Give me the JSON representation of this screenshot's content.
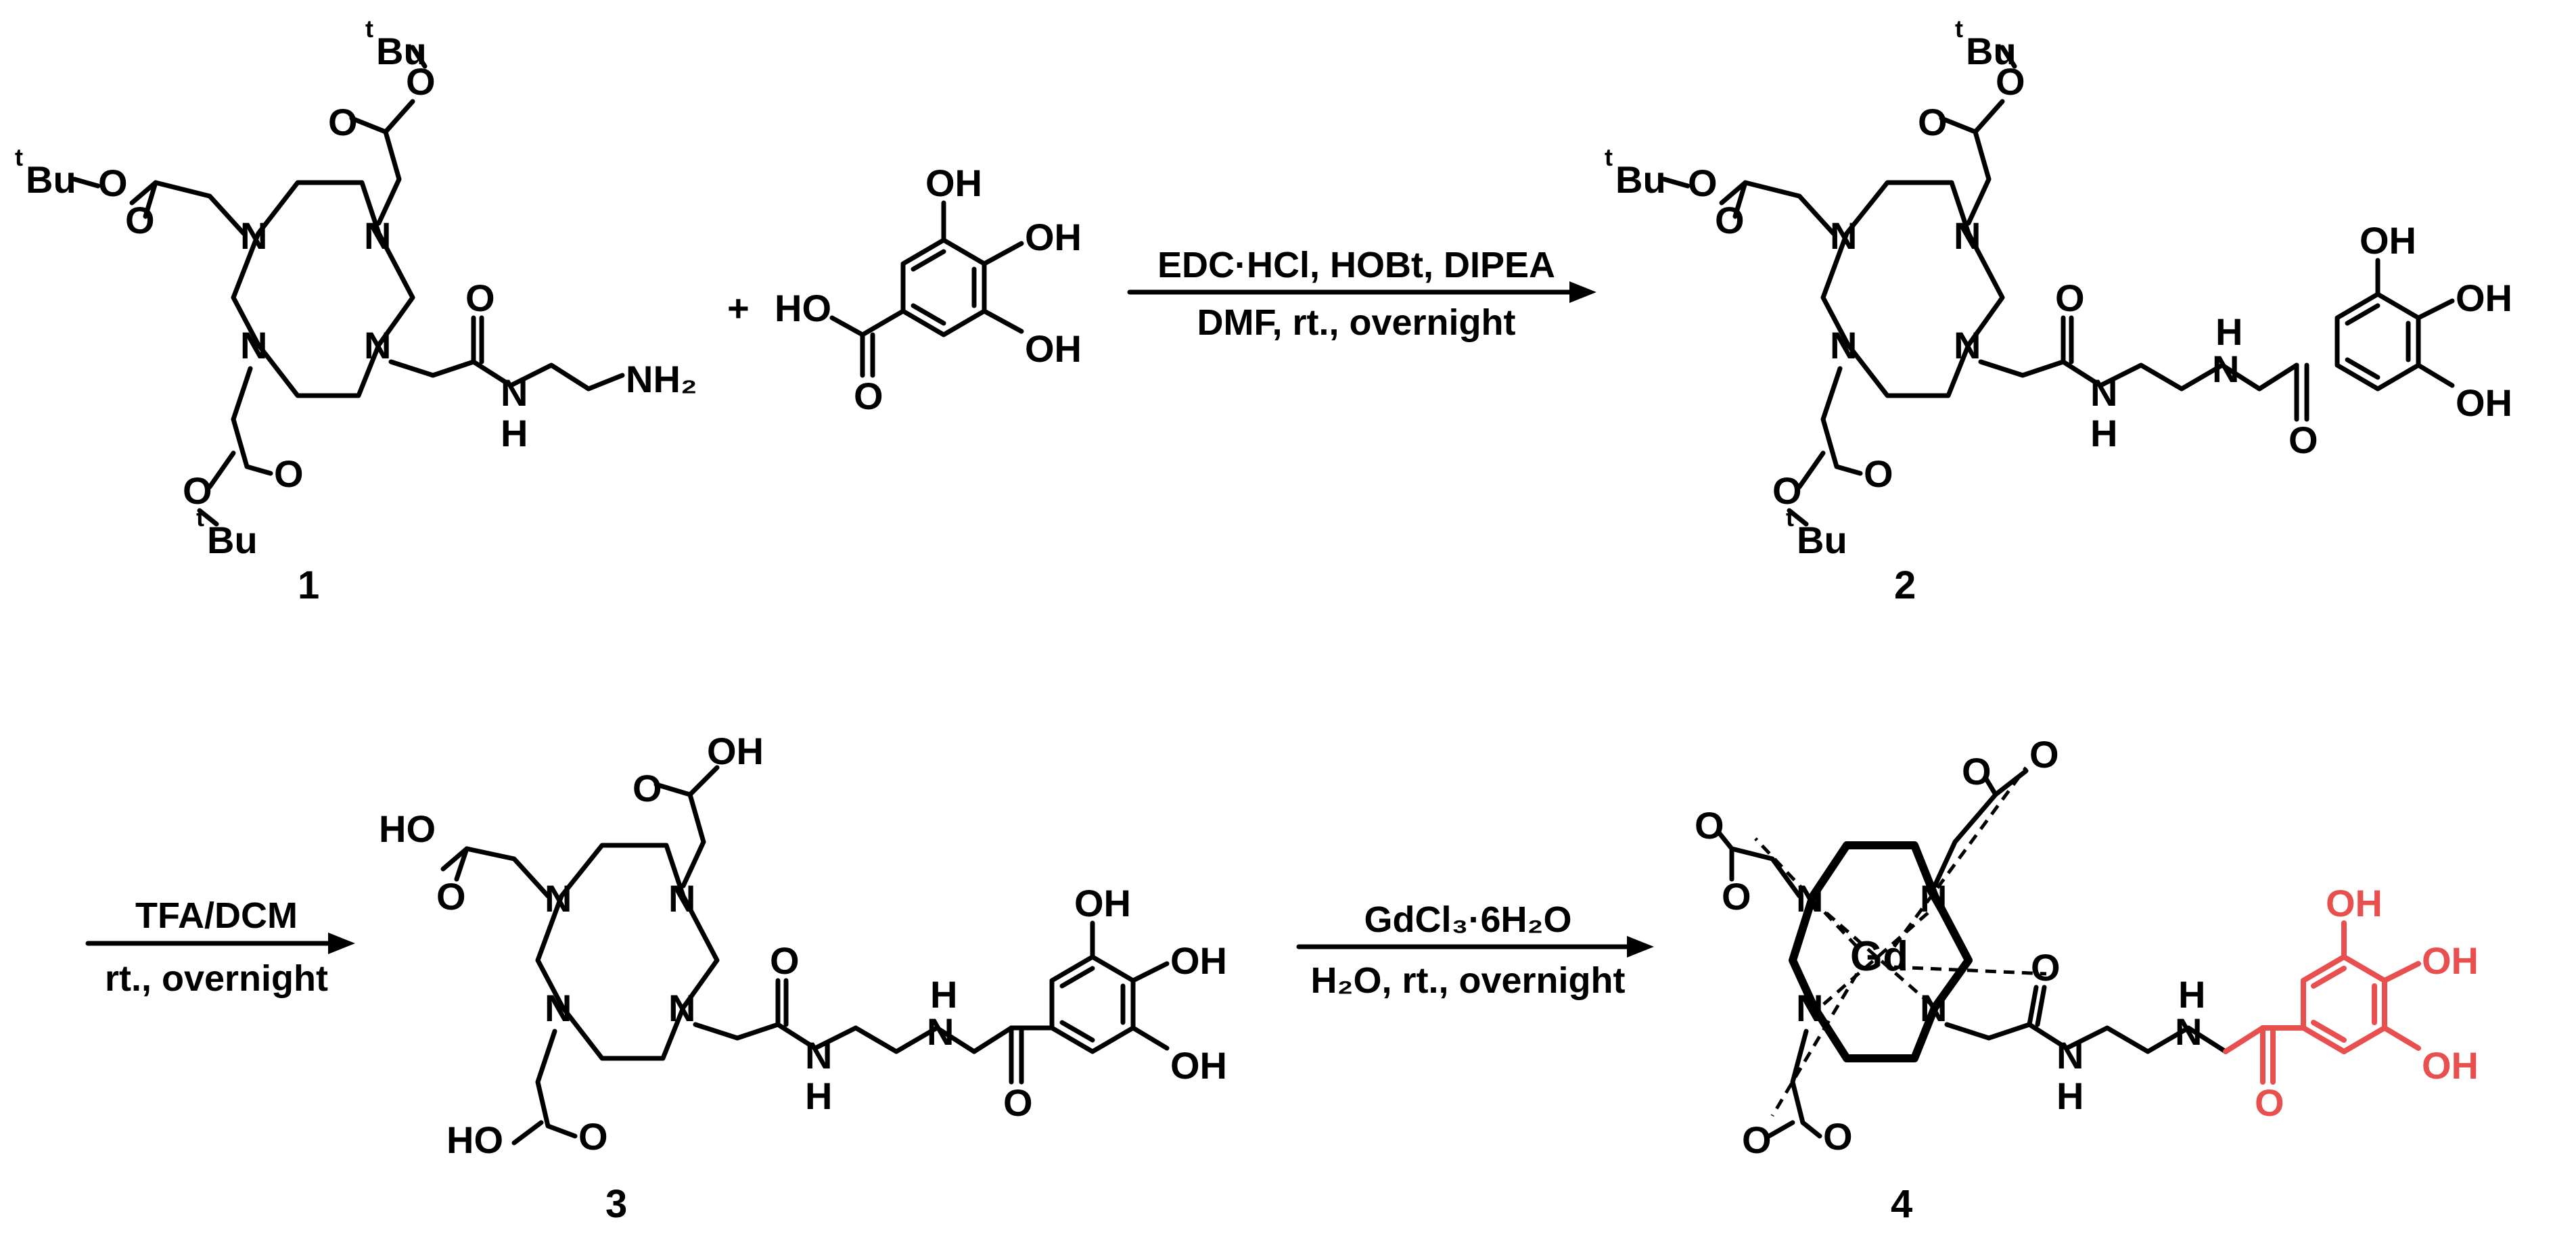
{
  "compounds": [
    {
      "id": "1",
      "label": "1"
    },
    {
      "id": "2",
      "label": "2"
    },
    {
      "id": "3",
      "label": "3"
    },
    {
      "id": "4",
      "label": "4"
    }
  ],
  "reagent_plus": "+",
  "reactions": [
    {
      "step": 1,
      "above": "EDC·HCl, HOBt, DIPEA",
      "below": "DMF,  rt., overnight"
    },
    {
      "step": 2,
      "above": "TFA/DCM",
      "below": "rt., overnight"
    },
    {
      "step": 3,
      "above": "GdCl₃·6H₂O",
      "below": "H₂O, rt., overnight"
    }
  ],
  "atoms": {
    "N": "N",
    "O": "O",
    "OH": "OH",
    "HO": "HO",
    "H": "H",
    "NH2": "NH₂",
    "Bu": "Bu",
    "t": "t",
    "Gd": "Gd"
  },
  "highlight_color": "#e8504f"
}
